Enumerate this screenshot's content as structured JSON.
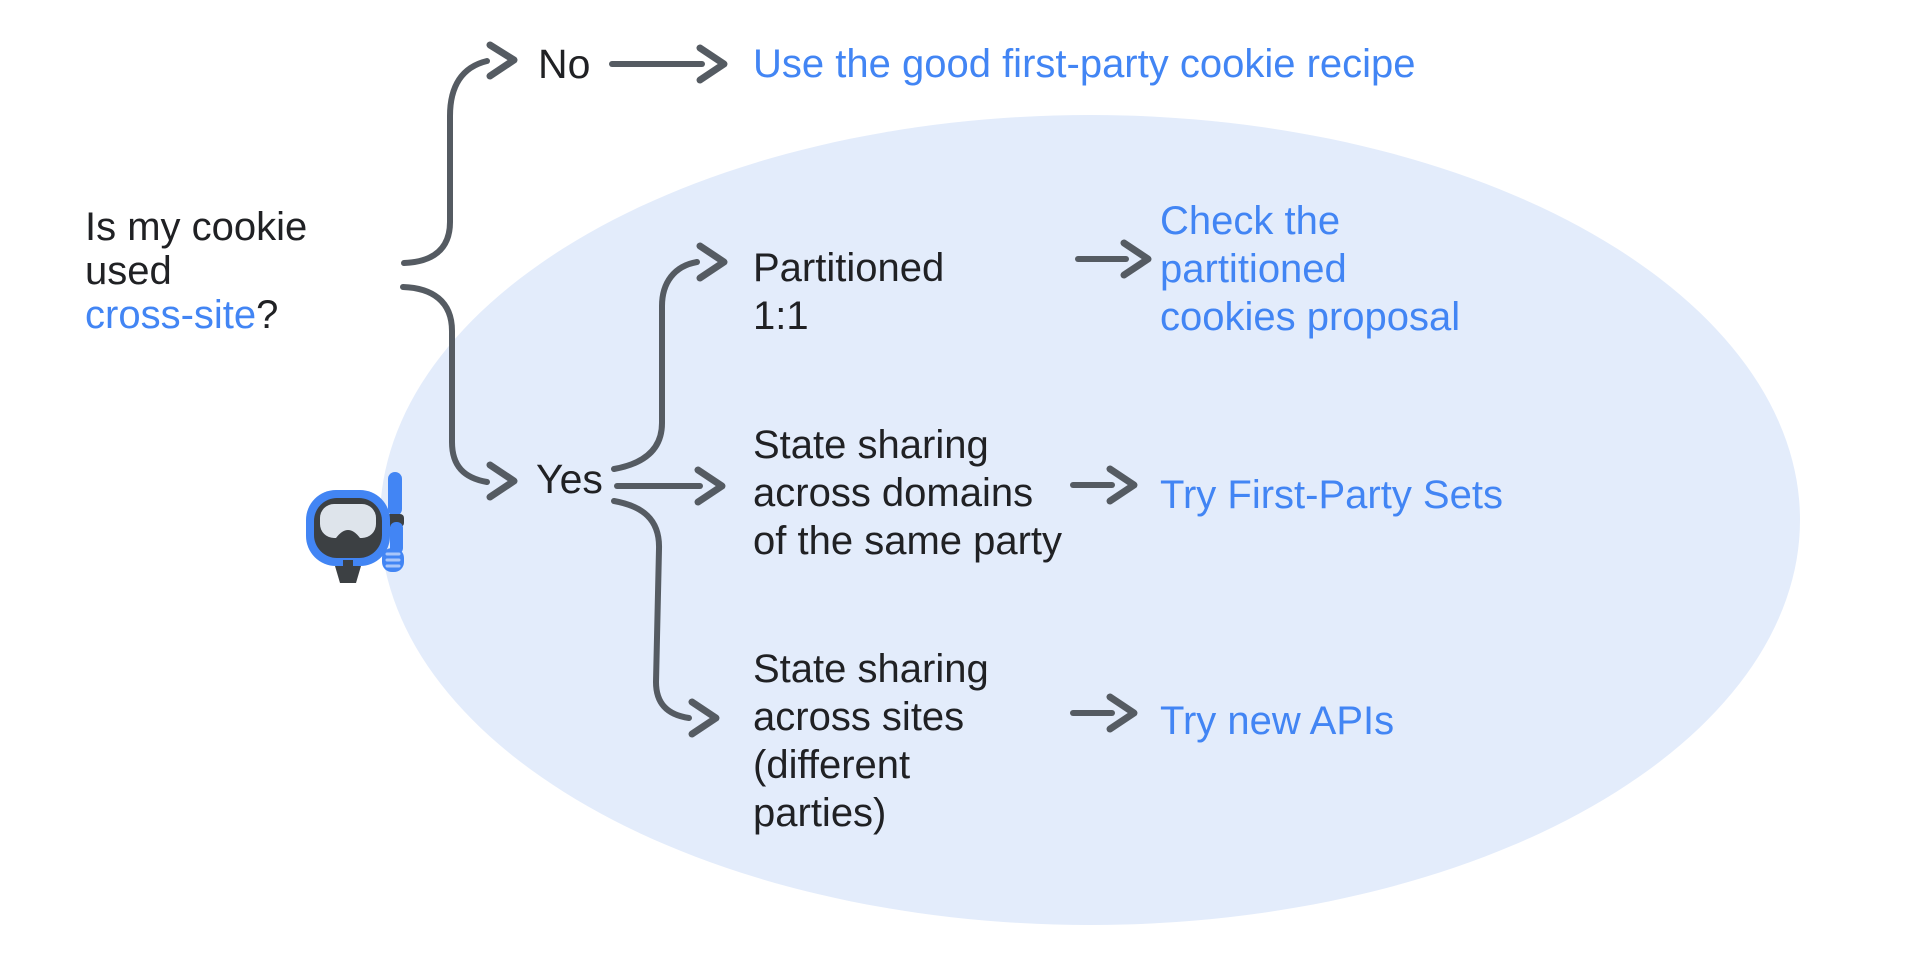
{
  "colors": {
    "accent_blue": "#4285F4",
    "text_dark": "#202124",
    "arrow_gray": "#555B62",
    "ellipse_fill": "#E3ECFB"
  },
  "question": {
    "line1": "Is my cookie",
    "line2": "used",
    "line3_highlight": "cross-site",
    "line3_suffix": "?"
  },
  "branch_no": {
    "label": "No",
    "result": "Use the good first-party cookie recipe"
  },
  "branch_yes": {
    "label": "Yes",
    "icon": "diving-mask",
    "sub_branches": [
      {
        "condition_lines": [
          "Partitioned",
          "1:1"
        ],
        "result_lines": [
          "Check the",
          "partitioned",
          "cookies proposal"
        ]
      },
      {
        "condition_lines": [
          "State sharing",
          "across domains",
          "of the same party"
        ],
        "result_lines": [
          "Try First-Party Sets"
        ]
      },
      {
        "condition_lines": [
          "State sharing",
          "across sites",
          "(different",
          "parties)"
        ],
        "result_lines": [
          "Try new APIs"
        ]
      }
    ]
  }
}
